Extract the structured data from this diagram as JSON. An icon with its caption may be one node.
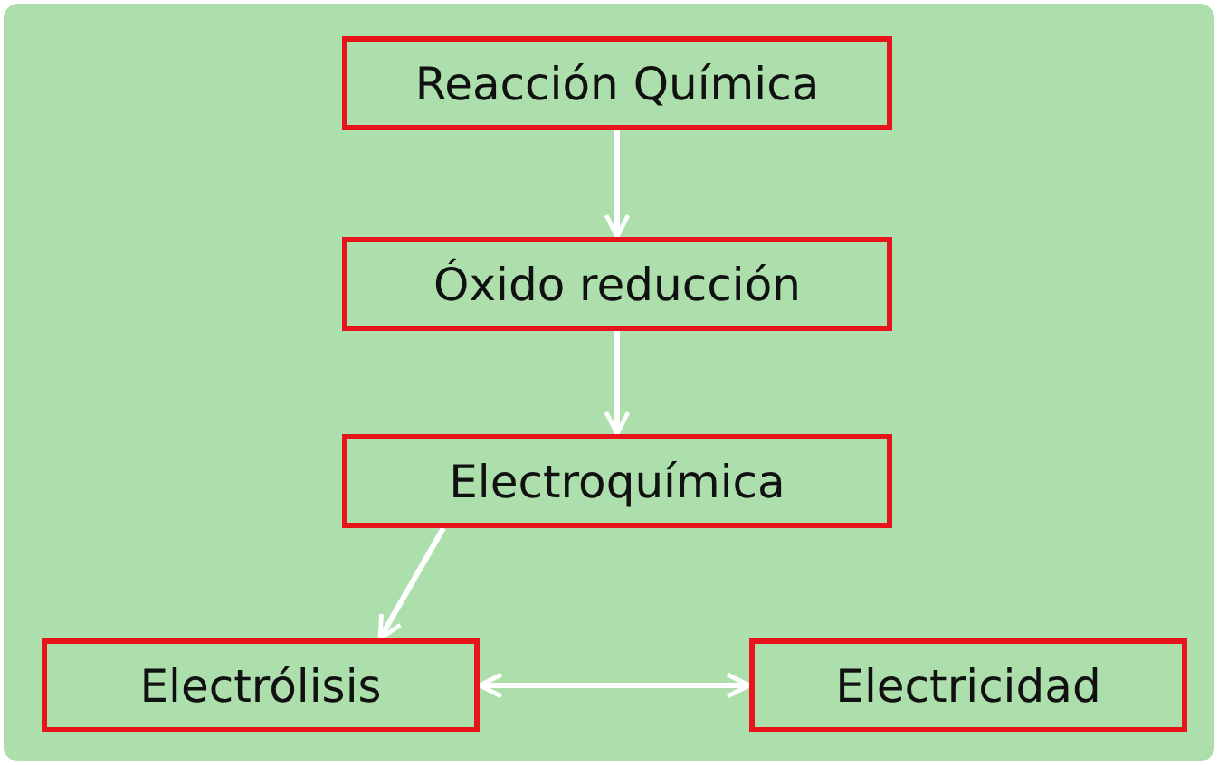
{
  "diagram": {
    "nodes": [
      {
        "text": [
          "Reacción Química"
        ]
      },
      {
        "text": [
          "Óxido reducción"
        ]
      },
      {
        "text": [
          "Electroquímica"
        ]
      },
      {
        "text": [
          "Electrólisis"
        ]
      },
      {
        "text": [
          "Electricidad"
        ]
      }
    ],
    "edges": [
      {
        "from": 0,
        "to": 1,
        "arrow": "to"
      },
      {
        "from": 1,
        "to": 2,
        "arrow": "to"
      },
      {
        "from": 2,
        "to": 3,
        "arrow": "to"
      },
      {
        "from": 3,
        "to": 4,
        "arrow": "both"
      }
    ]
  }
}
